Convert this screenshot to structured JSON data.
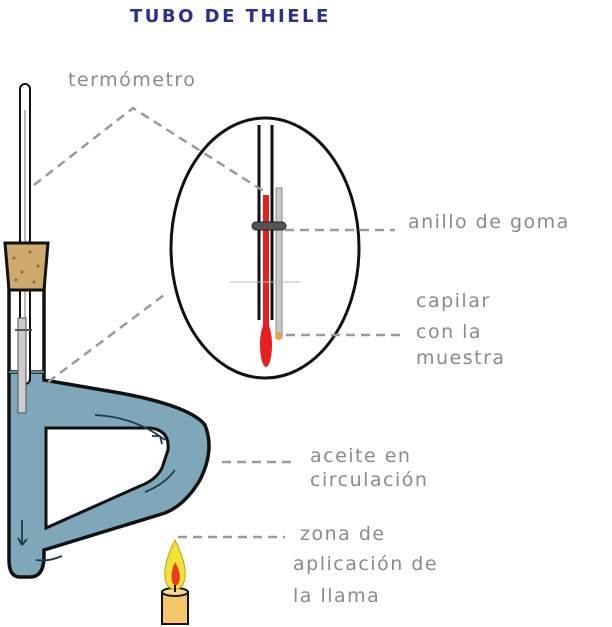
{
  "title": "TUBO DE THIELE",
  "labels": {
    "thermometer": "termómetro",
    "rubber_ring": "anillo de goma",
    "capillary_1": "capilar",
    "capillary_2": "con la",
    "capillary_3": "muestra",
    "oil_1": "aceite en",
    "oil_2": "circulación",
    "flame_1": "zona de",
    "flame_2": "aplicación de",
    "flame_3": "la llama"
  },
  "colors": {
    "title": "#2d2f8f",
    "label": "#8a8a8a",
    "oil": "#7fa7ba",
    "cork": "#cfa96e",
    "mercury": "#e52020",
    "candle": "#f6c66b",
    "flame": "#f2e33a"
  }
}
